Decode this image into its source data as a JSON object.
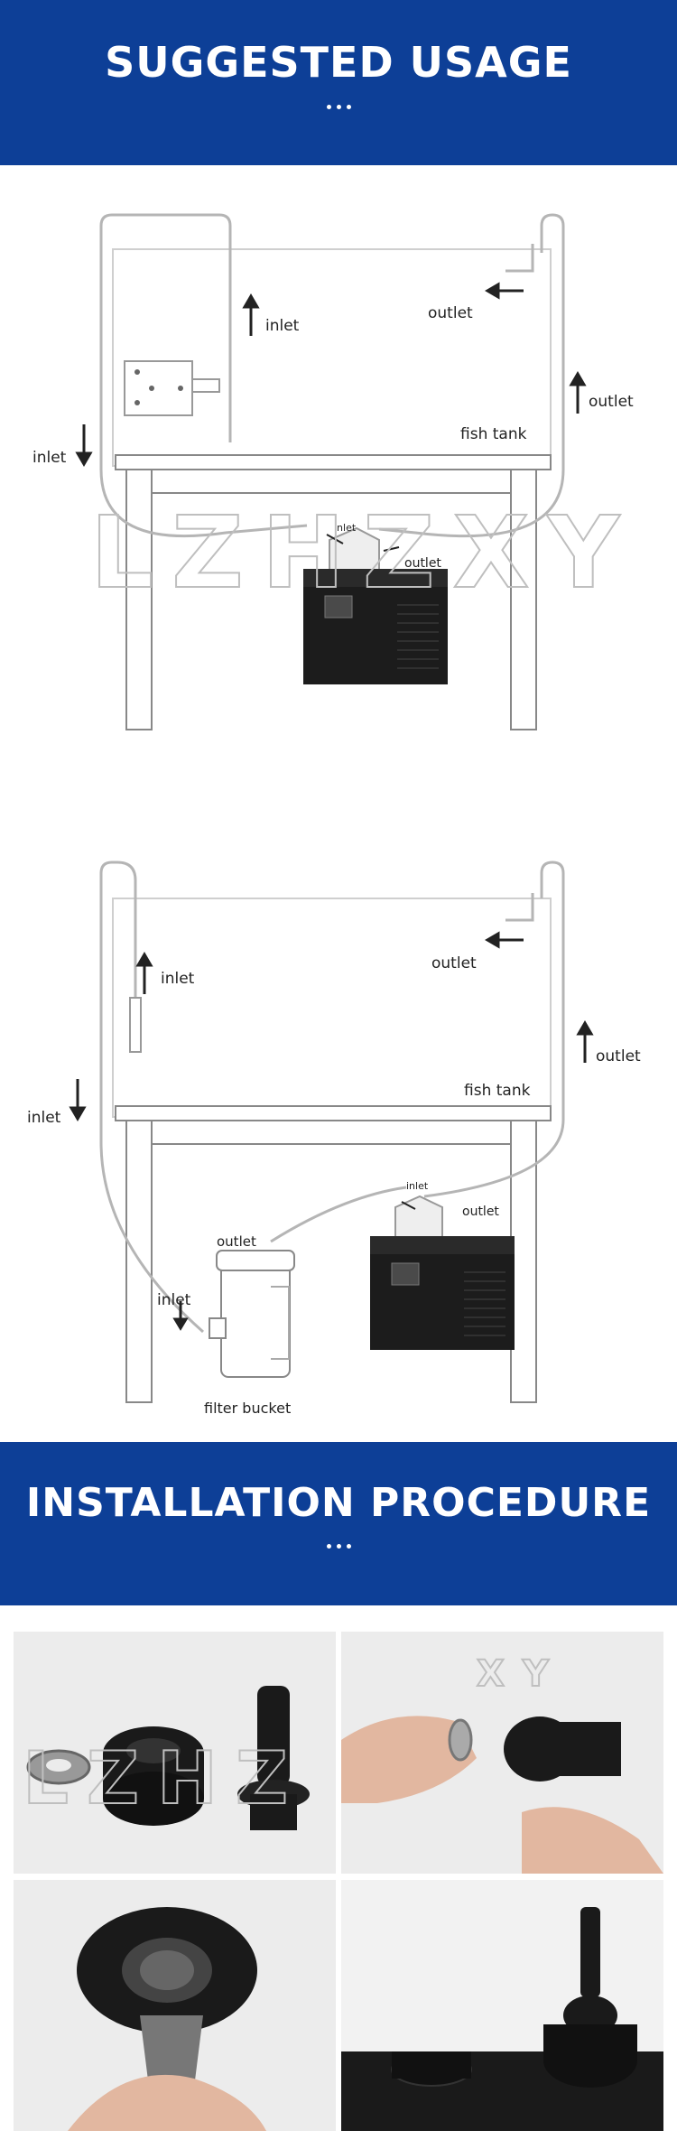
{
  "banners": {
    "usage": "SUGGESTED USAGE",
    "install": "INSTALLATION PROCEDURE"
  },
  "watermark": "LZHZXY",
  "diagram1": {
    "labels": {
      "inlet_pipe": "inlet",
      "outlet_pipe": "outlet",
      "outlet_right": "outlet",
      "fish_tank": "fish tank",
      "inlet_left": "inlet",
      "chiller_inlet": "inlet",
      "chiller_outlet": "outlet"
    }
  },
  "diagram2": {
    "labels": {
      "inlet_pipe": "inlet",
      "outlet_pipe": "outlet",
      "outlet_right": "outlet",
      "fish_tank": "fish tank",
      "inlet_left": "inlet",
      "chiller_inlet": "inlet",
      "chiller_outlet": "outlet",
      "filter_outlet": "outlet",
      "filter_inlet": "inlet",
      "filter_bucket": "filter bucket"
    }
  },
  "colors": {
    "banner": "#0d3f97",
    "chiller": "#1c1c1c",
    "pipe": "#b5b5b5"
  },
  "photos": [
    {
      "icon": "fittings-parts-icon"
    },
    {
      "icon": "washer-in-hand-icon"
    },
    {
      "icon": "nut-in-hand-icon"
    },
    {
      "icon": "assembled-fittings-icon"
    }
  ]
}
